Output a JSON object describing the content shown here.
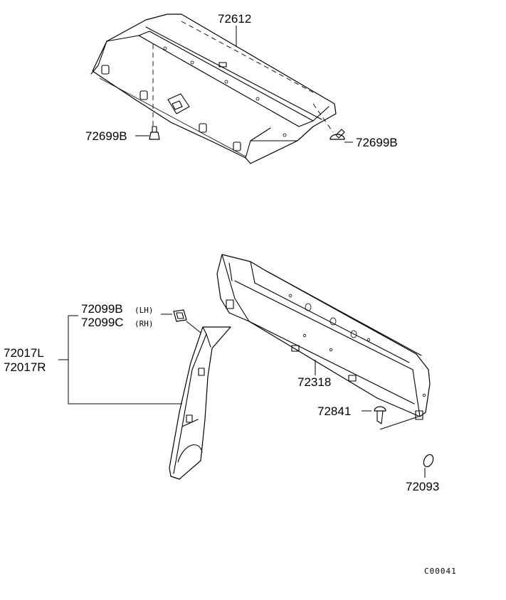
{
  "labels": {
    "part_72612": "72612",
    "part_72699b_left": "72699B",
    "part_72699b_right": "72699B",
    "part_72099b": "72099B",
    "part_72099b_side": "(LH)",
    "part_72099c": "72099C",
    "part_72099c_side": "(RH)",
    "part_72017l": "72017L",
    "part_72017r": "72017R",
    "part_72318": "72318",
    "part_72841": "72841",
    "part_72093": "72093",
    "diagram_code": "C00041"
  },
  "colors": {
    "line": "#000000",
    "background": "#ffffff"
  }
}
